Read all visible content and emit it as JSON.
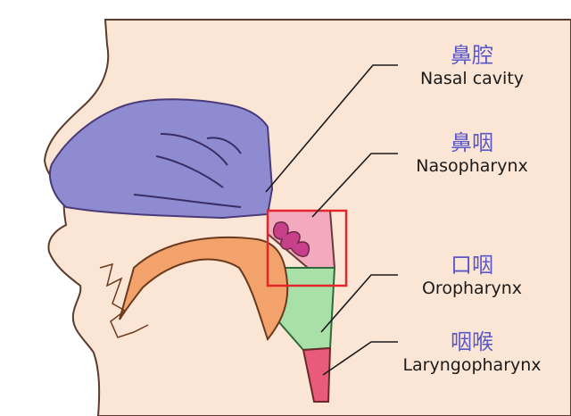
{
  "labels": [
    {
      "zh": "鼻腔",
      "en": "Nasal cavity"
    },
    {
      "zh": "鼻咽",
      "en": "Nasopharynx"
    },
    {
      "zh": "口咽",
      "en": "Oropharynx"
    },
    {
      "zh": "咽喉",
      "en": "Laryngopharynx"
    }
  ],
  "colors": {
    "label_chinese": "#5a58c8",
    "label_english": "#1a1a1a",
    "skin": "#fbe6d6",
    "nasal_cavity": "#8e8bd1",
    "nasopharynx": "#f3a9be",
    "oropharynx": "#a8e0a8",
    "laryngopharynx": "#ea5a7a",
    "palate": "#f2a26a",
    "highlight_box": "#e3262c"
  }
}
